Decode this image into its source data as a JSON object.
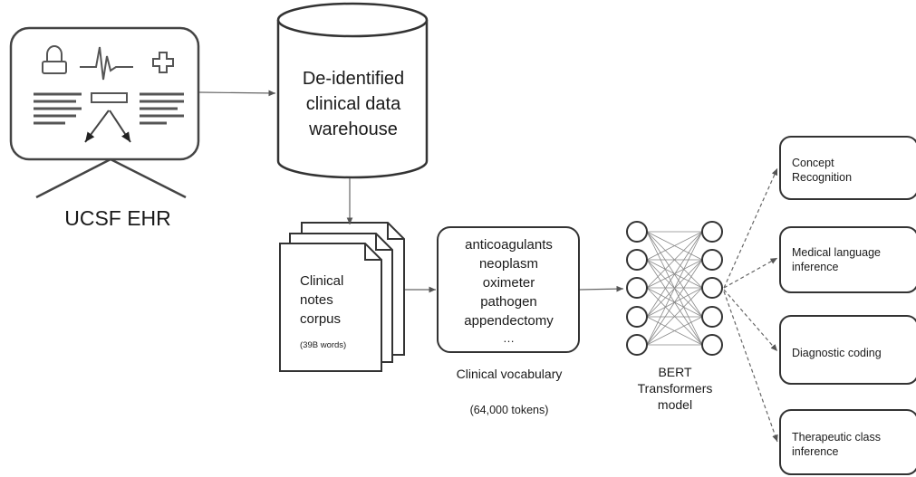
{
  "ehr": {
    "label": "UCSF EHR",
    "icons": [
      "lock-icon",
      "heartbeat-icon",
      "medical-cross-icon"
    ]
  },
  "warehouse": {
    "lines": [
      "De-identified",
      "clinical data",
      "warehouse"
    ]
  },
  "corpus": {
    "lines": [
      "Clinical",
      "notes",
      "corpus"
    ],
    "size": "(39B words)"
  },
  "vocabulary": {
    "terms": [
      "anticoagulants",
      "neoplasm",
      "oximeter",
      "pathogen",
      "appendectomy",
      "…"
    ],
    "title": "Clinical vocabulary",
    "count": "(64,000 tokens)"
  },
  "model": {
    "lines": [
      "BERT",
      "Transformers",
      "model"
    ]
  },
  "tasks": [
    {
      "lines": [
        "Concept",
        "Recognition"
      ]
    },
    {
      "lines": [
        "Medical language",
        "inference"
      ]
    },
    {
      "lines": [
        "Diagnostic coding"
      ]
    },
    {
      "lines": [
        "Therapeutic class",
        "inference"
      ]
    }
  ]
}
